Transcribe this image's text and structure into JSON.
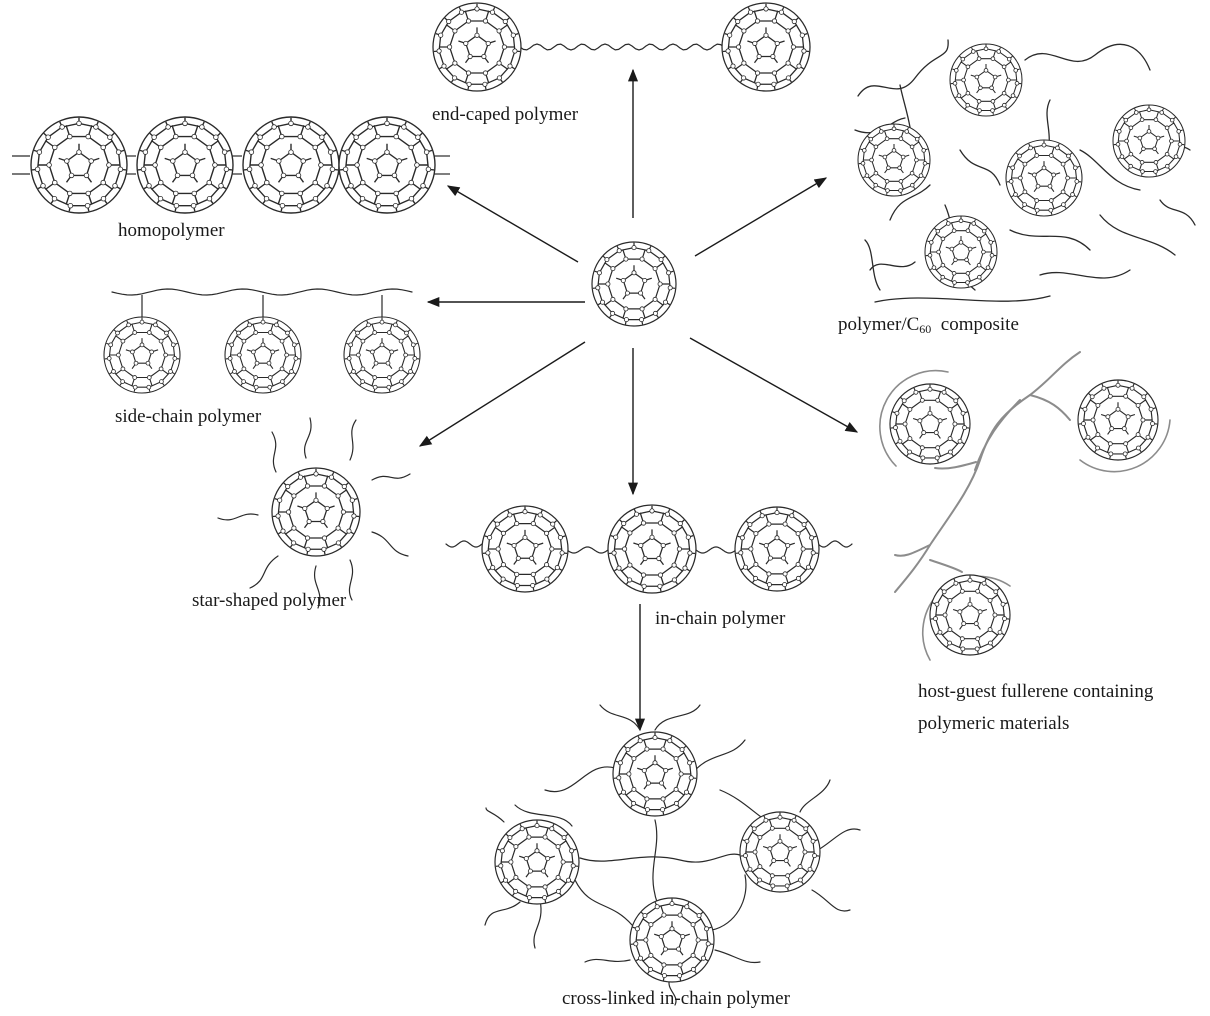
{
  "labels": {
    "end_capped": "end-caped polymer",
    "homopolymer": "homopolymer",
    "composite_prefix": "polymer/C",
    "composite_sub": "60",
    "composite_suffix": "composite",
    "side_chain": "side-chain polymer",
    "star_shaped": "star-shaped polymer",
    "in_chain": "in-chain polymer",
    "host_guest_line1": "host-guest fullerene containing",
    "host_guest_line2": "polymeric materials",
    "cross_linked": "cross-linked in-chain polymer"
  },
  "colors": {
    "ink": "#2a2a2a",
    "gray_chain": "#8c8c8c",
    "background": "#ffffff"
  }
}
